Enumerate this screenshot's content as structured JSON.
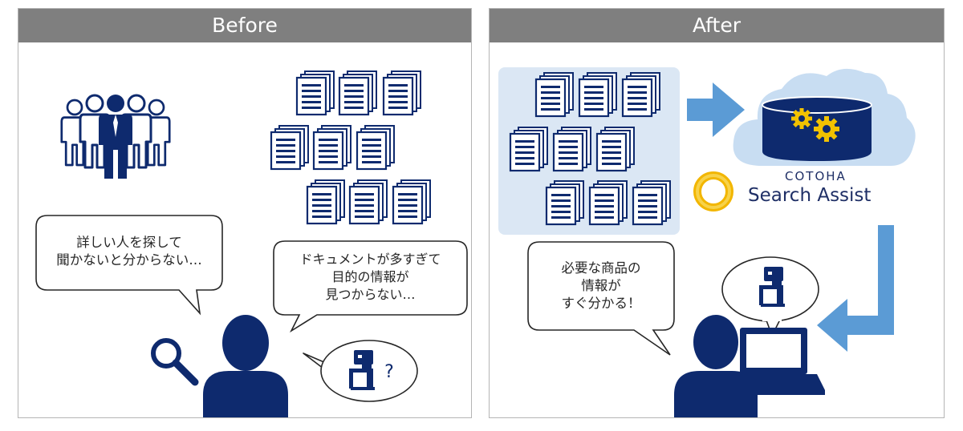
{
  "before": {
    "header": "Before",
    "bubble_people": [
      "詳しい人を探して",
      "聞かないと分からない…"
    ],
    "bubble_docs": [
      "ドキュメントが多すぎて",
      "目的の情報が",
      "見つからない…"
    ],
    "question_mark": "?"
  },
  "after": {
    "header": "After",
    "bubble_result": [
      "必要な商品の",
      "情報が",
      "すぐ分かる！"
    ],
    "brand_top": "COTOHA",
    "brand_bottom": "Search Assist"
  },
  "colors": {
    "navy": "#0e2a6e",
    "header_gray": "#7f7f7f",
    "arrow_blue": "#5b9bd5",
    "doc_area": "#dbe7f4",
    "cloud": "#c8ddf2",
    "gear": "#f2c200"
  },
  "icons": [
    "people-group-icon",
    "document-icon",
    "magnifier-icon",
    "person-icon",
    "robot-icon",
    "cloud-icon",
    "database-icon",
    "gear-icon",
    "laptop-icon",
    "arrow-right-icon",
    "arrow-elbow-icon",
    "cotoha-logo-icon"
  ]
}
